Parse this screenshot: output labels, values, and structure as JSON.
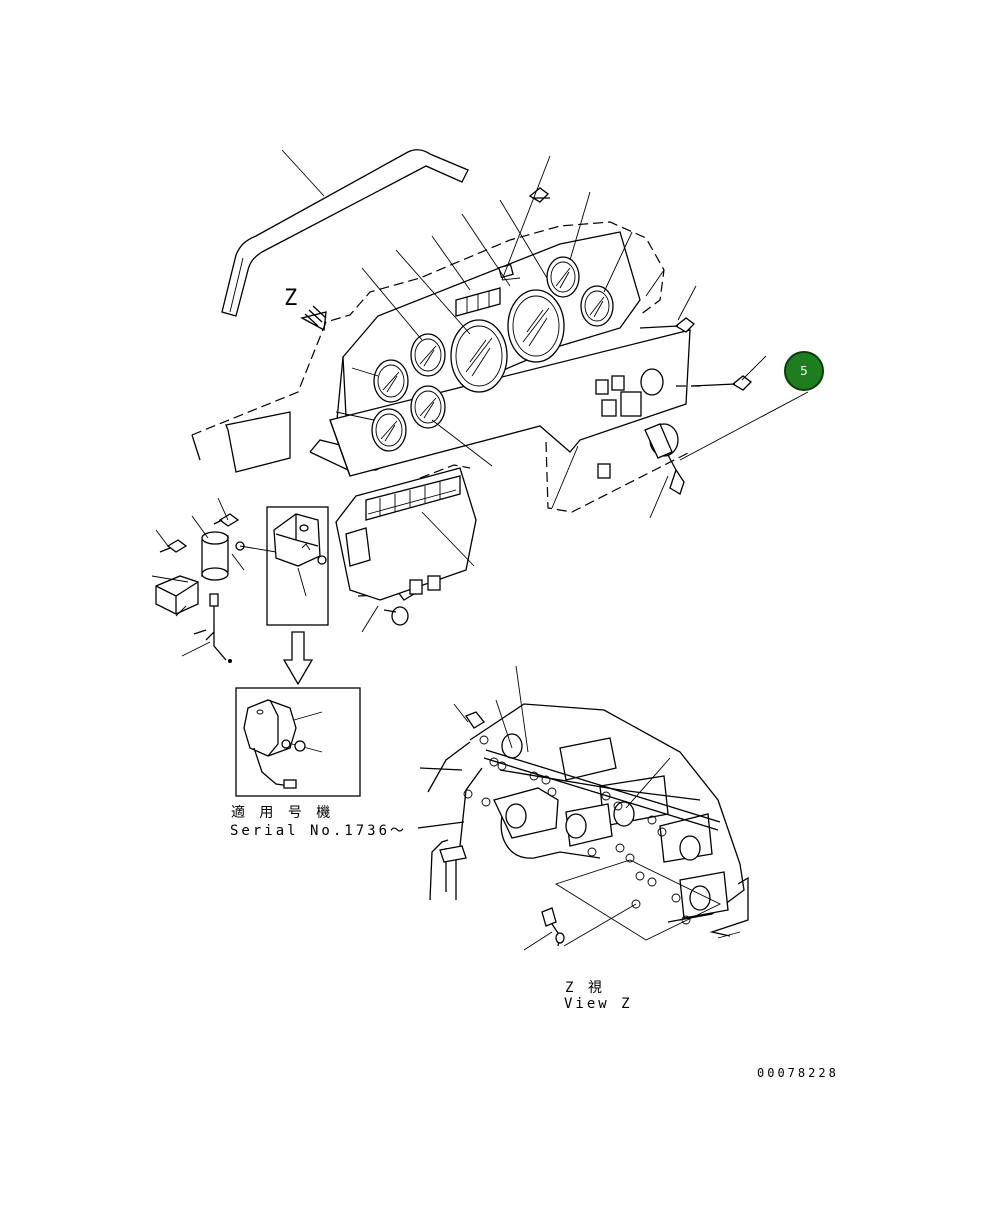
{
  "callout": {
    "label": "5",
    "color": "#1e7d1e"
  },
  "view_marker": {
    "letter": "Z"
  },
  "inset": {
    "applicability_jp": "適 用 号 機",
    "serial": "Serial No.1736～"
  },
  "view_caption": {
    "jp": "Z  視",
    "en": "View Z"
  },
  "drawing_id": "00078228"
}
